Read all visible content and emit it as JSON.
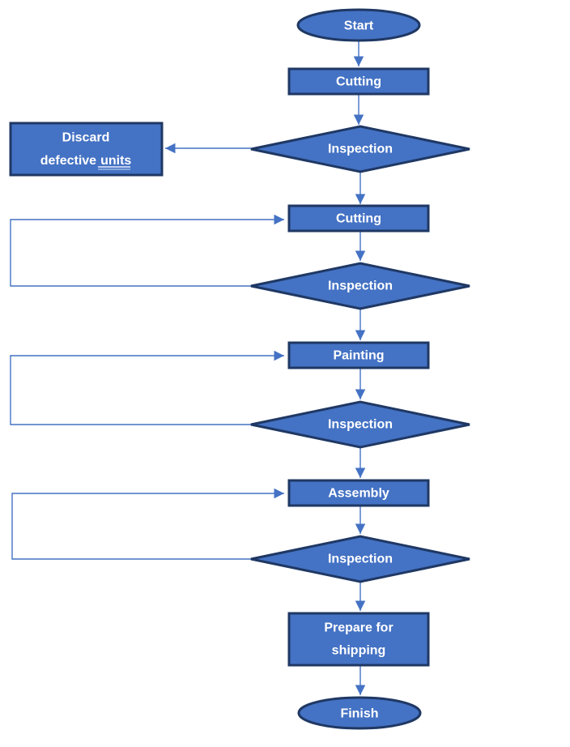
{
  "diagram": {
    "type": "flowchart",
    "colors": {
      "shape_fill": "#4472C4",
      "shape_border": "#1F3864",
      "connector": "#4472C4",
      "label_text": "#FFFFFF"
    },
    "nodes": {
      "start": {
        "type": "terminator",
        "label": "Start"
      },
      "cutting1": {
        "type": "process",
        "label": "Cutting"
      },
      "inspection1": {
        "type": "decision",
        "label": "Inspection"
      },
      "discard": {
        "type": "process",
        "label": "Discard defective units",
        "line1": "Discard",
        "line2_word1": "defective",
        "line2_word2": "units"
      },
      "cutting2": {
        "type": "process",
        "label": "Cutting"
      },
      "inspection2": {
        "type": "decision",
        "label": "Inspection"
      },
      "painting": {
        "type": "process",
        "label": "Painting"
      },
      "inspection3": {
        "type": "decision",
        "label": "Inspection"
      },
      "assembly": {
        "type": "process",
        "label": "Assembly"
      },
      "inspection4": {
        "type": "decision",
        "label": "Inspection"
      },
      "prepare": {
        "type": "process",
        "label": "Prepare for shipping",
        "line1": "Prepare for",
        "line2": "shipping"
      },
      "finish": {
        "type": "terminator",
        "label": "Finish"
      }
    },
    "edges": [
      {
        "from": "start",
        "to": "cutting1"
      },
      {
        "from": "cutting1",
        "to": "inspection1"
      },
      {
        "from": "inspection1",
        "to": "discard"
      },
      {
        "from": "inspection1",
        "to": "cutting2"
      },
      {
        "from": "cutting2",
        "to": "inspection2"
      },
      {
        "from": "inspection2",
        "to": "cutting2",
        "kind": "loop-back"
      },
      {
        "from": "inspection2",
        "to": "painting"
      },
      {
        "from": "painting",
        "to": "inspection3"
      },
      {
        "from": "inspection3",
        "to": "painting",
        "kind": "loop-back"
      },
      {
        "from": "inspection3",
        "to": "assembly"
      },
      {
        "from": "assembly",
        "to": "inspection4"
      },
      {
        "from": "inspection4",
        "to": "assembly",
        "kind": "loop-back"
      },
      {
        "from": "inspection4",
        "to": "prepare"
      },
      {
        "from": "prepare",
        "to": "finish"
      }
    ]
  }
}
